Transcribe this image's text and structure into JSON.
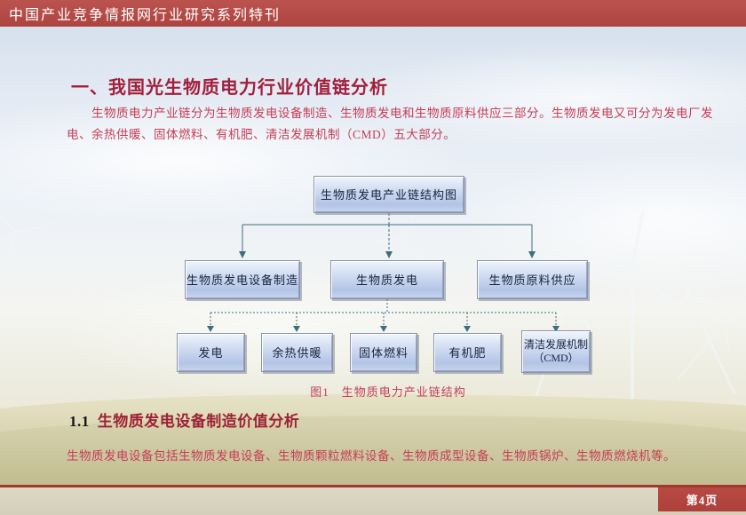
{
  "header": {
    "title": "中国产业竞争情报网行业研究系列特刊"
  },
  "section1": {
    "heading": "一、我国光生物质电力行业价值链分析",
    "paragraph": "生物质电力产业链分为生物质发电设备制造、生物质发电和生物质原料供应三部分。生物质发电又可分为发电厂发电、余热供暖、固体燃料、有机肥、清洁发展机制（CMD）五大部分。"
  },
  "diagram": {
    "root": "生物质发电产业链结构图",
    "level2": [
      "生物质发电设备制造",
      "生物质发电",
      "生物质原料供应"
    ],
    "level3": [
      "发电",
      "余热供暖",
      "固体燃料",
      "有机肥",
      "清洁发展机制（CMD）"
    ],
    "caption": "图1　生物质电力产业链结构"
  },
  "section11": {
    "heading_num": "1.1",
    "heading": "生物质发电设备制造价值分析",
    "paragraph": "生物质发电设备包括生物质发电设备、生物质颗粒燃料设备、生物质成型设备、生物质锅炉、生物质燃烧机等。"
  },
  "footer": {
    "page_label": "第4页"
  },
  "background_scene": "草地风电场照片背景",
  "colors": {
    "header_bg": "#b34c48",
    "footer_bg": "#b2423c",
    "footer_line": "#a4352f",
    "heading_red": "#a31e3c",
    "body_red": "#c63d55",
    "box_fill_top": "#f0f5fc",
    "box_fill_bottom": "#b3c4e6",
    "box_border": "#8a94a8",
    "connector": "#3d6e7c"
  }
}
